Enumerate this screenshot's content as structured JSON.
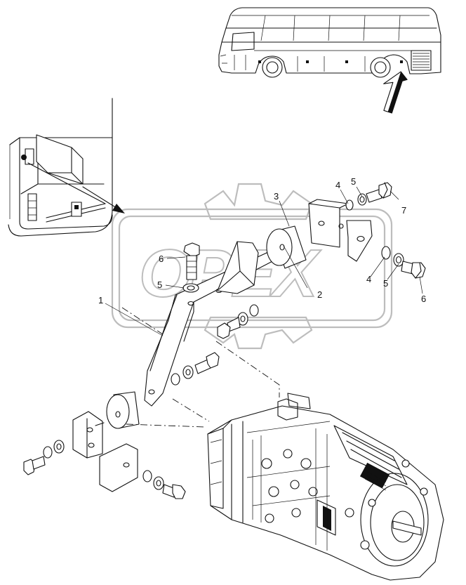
{
  "watermark": {
    "text": "OPEX"
  },
  "callouts": [
    {
      "id": "callout-1a",
      "label": "1"
    },
    {
      "id": "callout-2a",
      "label": "2"
    },
    {
      "id": "callout-3a",
      "label": "3"
    },
    {
      "id": "callout-4a",
      "label": "4"
    },
    {
      "id": "callout-4b",
      "label": "4"
    },
    {
      "id": "callout-5a",
      "label": "5"
    },
    {
      "id": "callout-5b",
      "label": "5"
    },
    {
      "id": "callout-5c",
      "label": "5"
    },
    {
      "id": "callout-6a",
      "label": "6"
    },
    {
      "id": "callout-6b",
      "label": "6"
    },
    {
      "id": "callout-7a",
      "label": "7"
    }
  ],
  "colors": {
    "line": "#111111",
    "watermark": "#bdbdbd",
    "background": "#ffffff"
  }
}
